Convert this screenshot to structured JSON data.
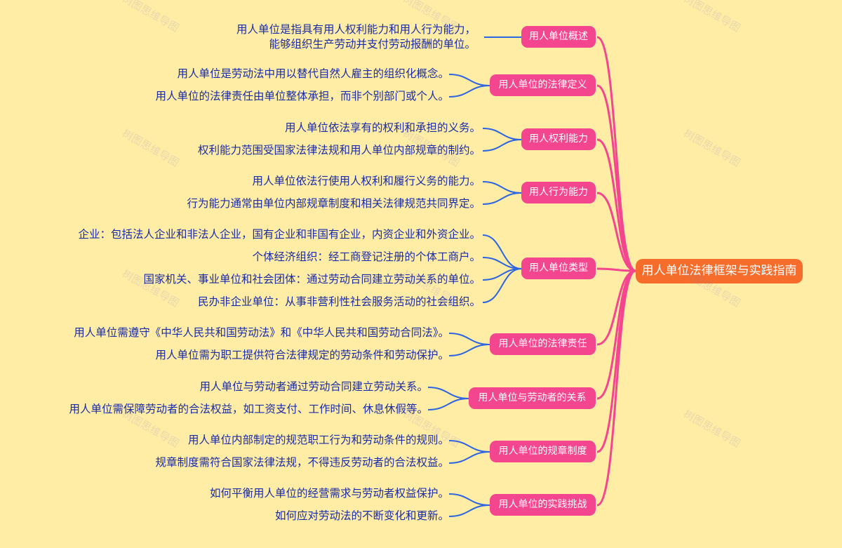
{
  "mindmap": {
    "root": "用人单位法律框架与实践指南",
    "branches": [
      {
        "label": "用人单位概述",
        "leaves": [
          "用人单位是指具有用人权利能力和用人行为能力，\n能够组织生产劳动并支付劳动报酬的单位。"
        ]
      },
      {
        "label": "用人单位的法律定义",
        "leaves": [
          "用人单位是劳动法中用以替代自然人雇主的组织化概念。",
          "用人单位的法律责任由单位整体承担，而非个别部门或个人。"
        ]
      },
      {
        "label": "用人权利能力",
        "leaves": [
          "用人单位依法享有的权利和承担的义务。",
          "权利能力范围受国家法律法规和用人单位内部规章的制约。"
        ]
      },
      {
        "label": "用人行为能力",
        "leaves": [
          "用人单位依法行使用人权利和履行义务的能力。",
          "行为能力通常由单位内部规章制度和相关法律规范共同界定。"
        ]
      },
      {
        "label": "用人单位类型",
        "leaves": [
          "企业：包括法人企业和非法人企业，国有企业和非国有企业，内资企业和外资企业。",
          "个体经济组织：经工商登记注册的个体工商户。",
          "国家机关、事业单位和社会团体：通过劳动合同建立劳动关系的单位。",
          "民办非企业单位：从事非营利性社会服务活动的社会组织。"
        ]
      },
      {
        "label": "用人单位的法律责任",
        "leaves": [
          "用人单位需遵守《中华人民共和国劳动法》和《中华人民共和国劳动合同法》。",
          "用人单位需为职工提供符合法律规定的劳动条件和劳动保护。"
        ]
      },
      {
        "label": "用人单位与劳动者的关系",
        "leaves": [
          "用人单位与劳动者通过劳动合同建立劳动关系。",
          "用人单位需保障劳动者的合法权益，如工资支付、工作时间、休息休假等。"
        ]
      },
      {
        "label": "用人单位的规章制度",
        "leaves": [
          "用人单位内部制定的规范职工行为和劳动条件的规则。",
          "规章制度需符合国家法律法规，不得违反劳动者的合法权益。"
        ]
      },
      {
        "label": "用人单位的实践挑战",
        "leaves": [
          "如何平衡用人单位的经营需求与劳动者权益保护。",
          "如何应对劳动法的不断变化和更新。"
        ]
      }
    ]
  },
  "colors": {
    "background": "#FFEDA6",
    "root_fill": "#F66C2B",
    "branch_fill": "#F4468F",
    "branch_link": "#F4468F",
    "leaf_link": "#2F66E0",
    "leaf_text": "#1B2BA8"
  },
  "watermark": "树图思维导图"
}
